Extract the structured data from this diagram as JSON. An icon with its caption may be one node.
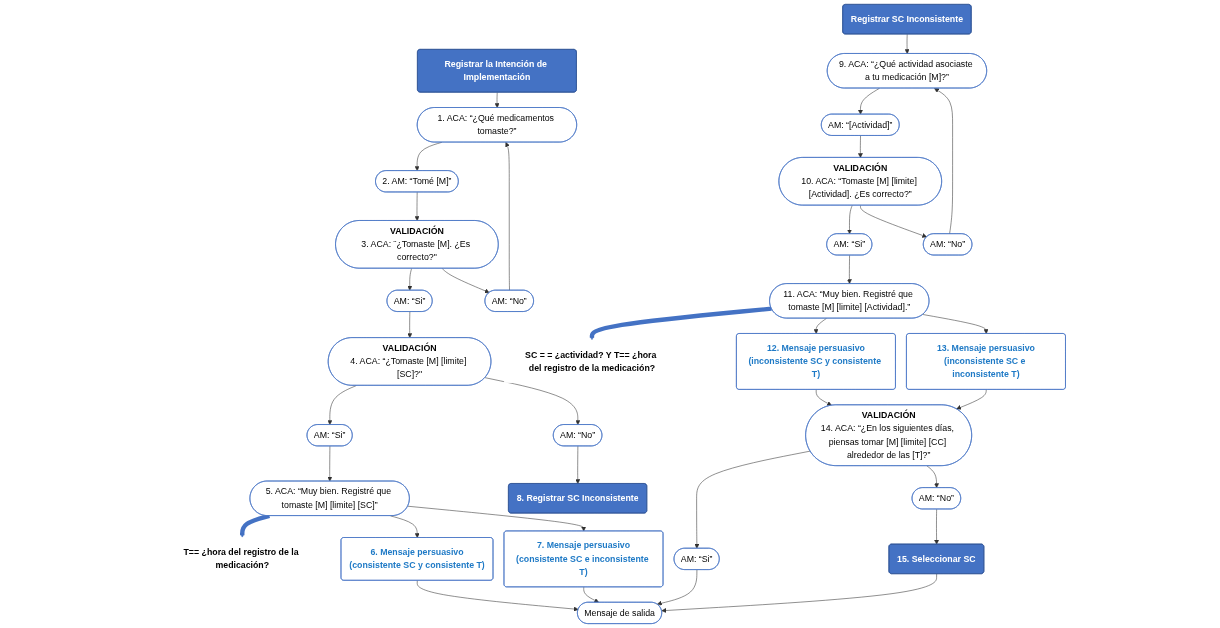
{
  "diagram": {
    "nodes": [
      {
        "text": [
          "Registrar la Intención de Implementación"
        ]
      },
      {
        "text": [
          "1. ACA: “¿Qué medicamentos tomaste?”"
        ]
      },
      {
        "text": [
          "2. AM: “Tomé [M]”"
        ]
      },
      {
        "text": [
          "VALIDACIÓN",
          "3. ACA: ¨¿Tomaste [M]. ¿Es correcto?\""
        ]
      },
      {
        "text": [
          "AM: “Si”"
        ]
      },
      {
        "text": [
          "AM: “No”"
        ]
      },
      {
        "text": [
          "VALIDACIÓN",
          "4. ACA: “¿Tomaste [M] [limite] [SC]?\""
        ]
      },
      {
        "text": [
          "AM: “Si”"
        ]
      },
      {
        "text": [
          "AM: “No”"
        ]
      },
      {
        "text": [
          "8. Registrar SC Inconsistente"
        ]
      },
      {
        "text": [
          "5. ACA: “Muy bien. Registré que tomaste [M] [limite] [SC]”"
        ]
      },
      {
        "text": [
          "T== ¿hora del registro de la medicación?"
        ]
      },
      {
        "text": [
          "6. Mensaje persuasivo",
          "(consistente SC y consistente T)"
        ]
      },
      {
        "text": [
          "7. Mensaje persuasivo",
          "(consistente SC e inconsistente T)"
        ]
      },
      {
        "text": [
          "Registrar SC Inconsistente"
        ]
      },
      {
        "text": [
          "9. ACA: “¿Qué actividad asociaste a tu medicación [M]?”"
        ]
      },
      {
        "text": [
          "AM: “[Actividad]”"
        ]
      },
      {
        "text": [
          "VALIDACIÓN",
          "10. ACA: “Tomaste [M] [limite] [Actividad]. ¿Es correcto?”"
        ]
      },
      {
        "text": [
          "AM: “Si”"
        ]
      },
      {
        "text": [
          "AM: “No”"
        ]
      },
      {
        "text": [
          "11. ACA: “Muy bien. Registré que tomaste [M] [limite] [Actividad].”"
        ]
      },
      {
        "text": [
          "SC = = ¿actividad? Y T== ¿hora del registro de la medicación?"
        ]
      },
      {
        "text": [
          "12. Mensaje persuasivo",
          "(inconsistente SC y consistente T)"
        ]
      },
      {
        "text": [
          "13. Mensaje persuasivo",
          "(inconsistente SC e inconsistente T)"
        ]
      },
      {
        "text": [
          "VALIDACIÓN",
          "14. ACA: “¿En los siguientes días, piensas tomar [M] [limite] [CC] alrededor de las [T]?”"
        ]
      },
      {
        "text": [
          "AM: “Si”"
        ]
      },
      {
        "text": [
          "AM: “No”"
        ]
      },
      {
        "text": [
          "15. Seleccionar SC"
        ]
      },
      {
        "text": [
          "Mensaje de salida"
        ]
      }
    ],
    "edges": [
      {
        "from": 0,
        "to": 1,
        "arrow": "to"
      },
      {
        "from": 1,
        "to": 2,
        "arrow": "to"
      },
      {
        "from": 2,
        "to": 3,
        "arrow": "to"
      },
      {
        "from": 3,
        "to": 4,
        "arrow": "to"
      },
      {
        "from": 3,
        "to": 5,
        "arrow": "to"
      },
      {
        "from": 5,
        "to": 1,
        "arrow": "to"
      },
      {
        "from": 4,
        "to": 6,
        "arrow": "to"
      },
      {
        "from": 6,
        "to": 7,
        "arrow": "to"
      },
      {
        "from": 6,
        "to": 8,
        "arrow": "to"
      },
      {
        "from": 8,
        "to": 9,
        "arrow": "to"
      },
      {
        "from": 7,
        "to": 10,
        "arrow": "to"
      },
      {
        "from": 10,
        "to": 11,
        "arrow": "to",
        "style": "thick",
        "color": "#4472c4"
      },
      {
        "from": 10,
        "to": 12,
        "arrow": "to"
      },
      {
        "from": 10,
        "to": 13,
        "arrow": "to"
      },
      {
        "from": 12,
        "to": 28,
        "arrow": "to"
      },
      {
        "from": 13,
        "to": 28,
        "arrow": "to"
      },
      {
        "from": 14,
        "to": 15,
        "arrow": "to"
      },
      {
        "from": 15,
        "to": 16,
        "arrow": "to"
      },
      {
        "from": 16,
        "to": 17,
        "arrow": "to"
      },
      {
        "from": 17,
        "to": 18,
        "arrow": "to"
      },
      {
        "from": 17,
        "to": 19,
        "arrow": "to"
      },
      {
        "from": 19,
        "to": 15,
        "arrow": "to"
      },
      {
        "from": 18,
        "to": 20,
        "arrow": "to"
      },
      {
        "from": 20,
        "to": 21,
        "arrow": "to",
        "style": "thick",
        "color": "#4472c4"
      },
      {
        "from": 20,
        "to": 22,
        "arrow": "to"
      },
      {
        "from": 20,
        "to": 23,
        "arrow": "to"
      },
      {
        "from": 22,
        "to": 24,
        "arrow": "to"
      },
      {
        "from": 23,
        "to": 24,
        "arrow": "to"
      },
      {
        "from": 24,
        "to": 25,
        "arrow": "to"
      },
      {
        "from": 24,
        "to": 26,
        "arrow": "to"
      },
      {
        "from": 26,
        "to": 27,
        "arrow": "to"
      },
      {
        "from": 25,
        "to": 28,
        "arrow": "to"
      },
      {
        "from": 27,
        "to": 28,
        "arrow": "to"
      }
    ]
  }
}
